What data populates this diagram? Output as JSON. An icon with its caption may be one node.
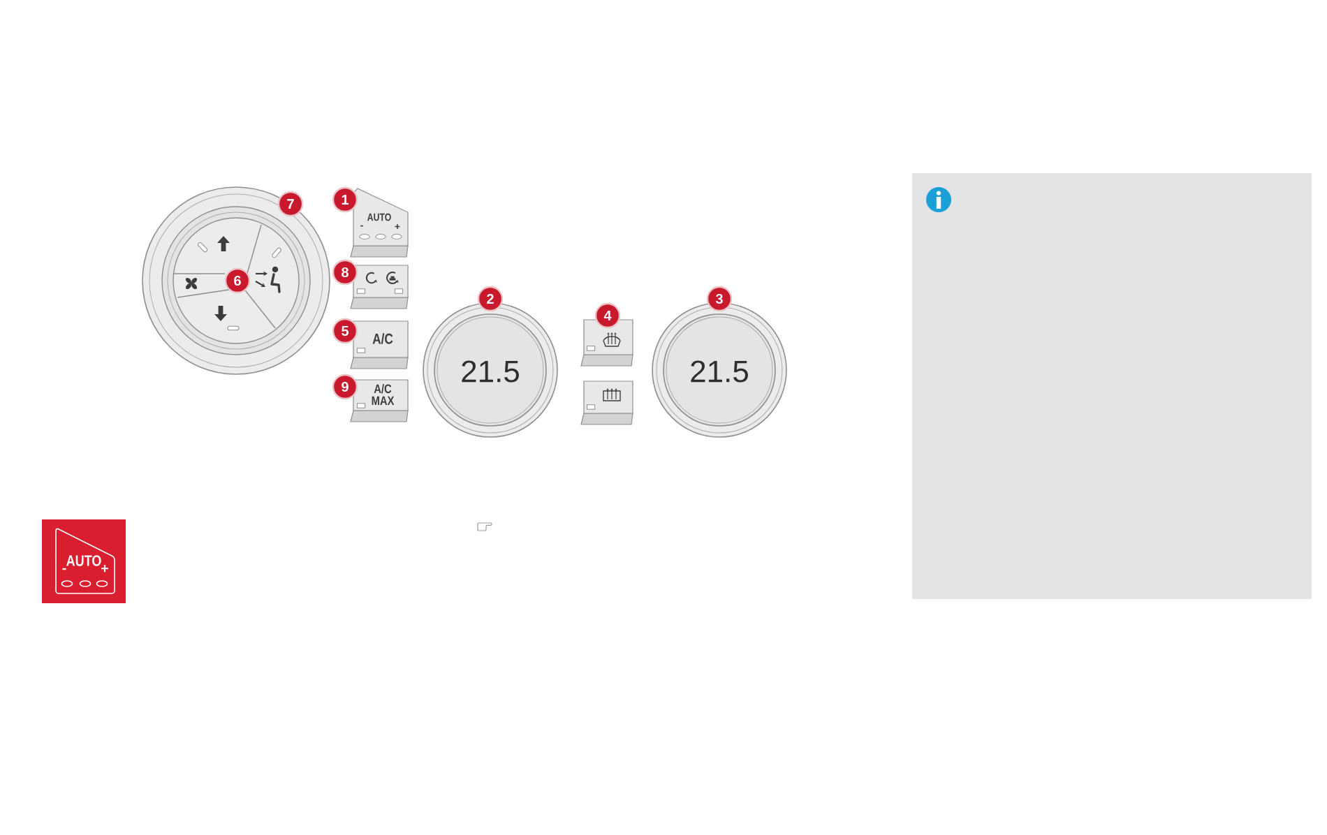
{
  "diagram": {
    "nodes": [
      {
        "text": [],
        "shape": "circle"
      },
      {
        "text": [
          "AUTO",
          "-",
          "+"
        ]
      },
      {
        "text": [],
        "shape": "box"
      },
      {
        "text": [
          "A/C"
        ]
      },
      {
        "text": [
          "A/C MAX"
        ]
      },
      {
        "text": [
          "21.5"
        ]
      },
      {
        "text": [],
        "shape": "box"
      },
      {
        "text": [],
        "shape": "box"
      },
      {
        "text": [
          "21.5"
        ]
      },
      {
        "text": [
          "AUTO",
          "-",
          "+"
        ]
      }
    ],
    "labels": [
      "7",
      "1",
      "6",
      "8",
      "2",
      "3",
      "5",
      "4",
      "9"
    ]
  }
}
